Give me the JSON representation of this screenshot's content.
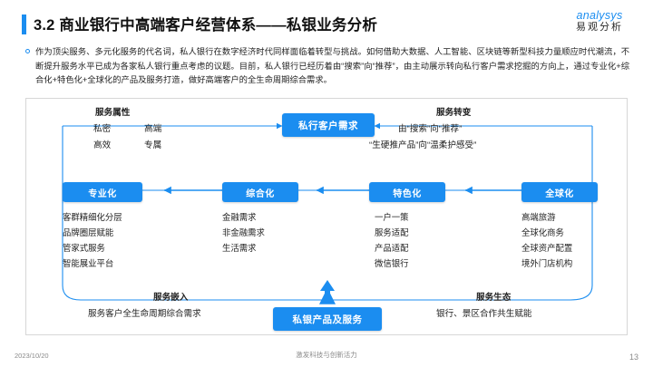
{
  "header": {
    "title": "3.2 商业银行中高端客户经营体系——私银业务分析",
    "logo_name": "analysys",
    "logo_cn": "易观分析"
  },
  "intro": {
    "text": "作为顶尖服务、多元化服务的代名词，私人银行在数字经济时代同样面临着转型与挑战。如何借助大数据、人工智能、区块链等新型科技力量顺应时代潮流，不断提升服务水平已成为各家私人银行重点考虑的议题。目前，私人银行已经历着由“搜索”向“推荐”，由主动展示转向私行客户需求挖掘的方向上，通过专业化+综合化+特色化+全球化的产品及服务打造，做好高端客户的全生命周期综合需求。"
  },
  "diagram": {
    "service_attr_title": "服务属性",
    "service_attr_items": [
      "私密",
      "高端",
      "高效",
      "专属"
    ],
    "service_attr_col1": [
      "私密",
      "高效"
    ],
    "service_attr_col2": [
      "高端",
      "专属"
    ],
    "service_change_title": "服务转变",
    "service_change_items": [
      "由“搜索”向“推荐”",
      "“生硬推产品”向“温柔护感受”"
    ],
    "center_top_box": "私行客户需求",
    "center_bottom_box": "私银产品及服务",
    "pillars": [
      {
        "label": "专业化",
        "items": [
          "客群精细化分层",
          "品牌圈层赋能",
          "管家式服务",
          "智能展业平台"
        ]
      },
      {
        "label": "综合化",
        "items": [
          "金融需求",
          "非金融需求",
          "生活需求"
        ]
      },
      {
        "label": "特色化",
        "items": [
          "一户一策",
          "服务适配",
          "产品适配",
          "微信银行"
        ]
      },
      {
        "label": "全球化",
        "items": [
          "高端旅游",
          "全球化商务",
          "全球资产配置",
          "境外门店机构"
        ]
      }
    ],
    "bottom_left_title": "服务嵌入",
    "bottom_left_text": "服务客户全生命周期综合需求",
    "bottom_right_title": "服务生态",
    "bottom_right_text": "银行、景区合作共生赋能"
  },
  "footer": {
    "date": "2023/10/20",
    "center": "激发科技与创新活力",
    "page": "13"
  }
}
